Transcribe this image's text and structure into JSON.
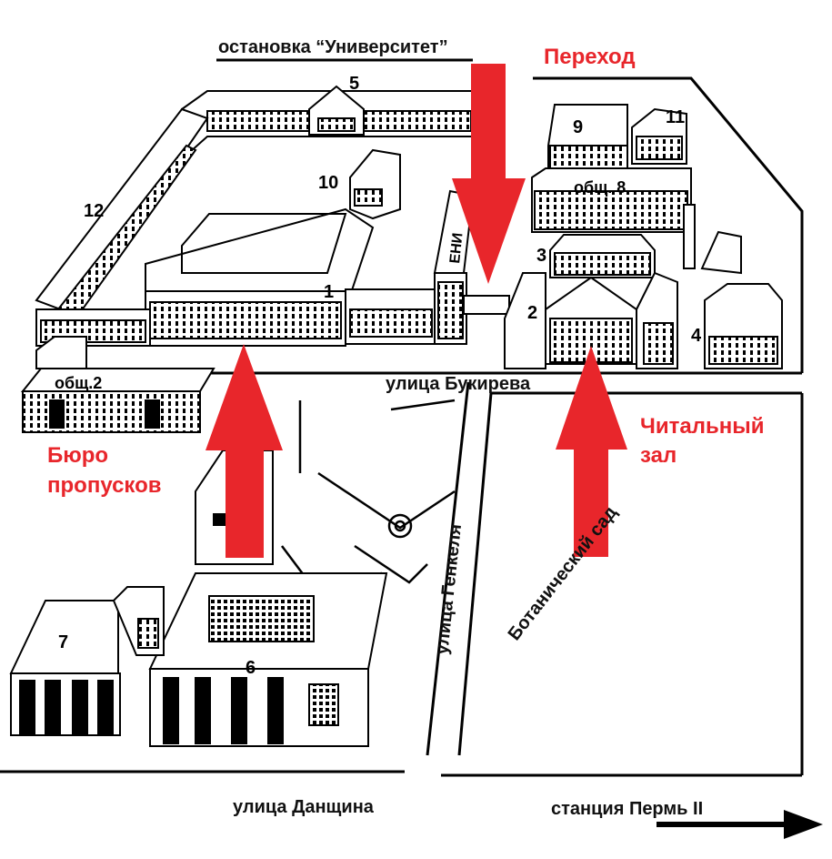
{
  "colors": {
    "arrow": "#e8262b",
    "ink": "#000000",
    "paper": "#ffffff",
    "red_text": "#e8262b"
  },
  "labels": {
    "stop_university": "остановка “Университет”",
    "crossing": "Переход",
    "reading_room_line1": "Читальный",
    "reading_room_line2": "зал",
    "pass_office_line1": "Бюро",
    "pass_office_line2": "пропусков",
    "bukireva_street": "улица Букирева",
    "genkelya_street": "улица Генкеля",
    "botanic_garden": "Ботанический сад",
    "danshchina_street": "улица Данщина",
    "perm2_station": "станция Пермь II"
  },
  "buildings": {
    "b1": "1",
    "b2": "2",
    "b3": "3",
    "b4": "4",
    "b5": "5",
    "b6": "6",
    "b7": "7",
    "b8": "общ. 8",
    "b9": "9",
    "b10": "10",
    "b11": "11",
    "b12": "12",
    "dorm2": "общ.2",
    "eni": "ЕНИ"
  },
  "icons": [
    "arrow-up-icon",
    "arrow-down-icon",
    "arrow-right-icon",
    "fountain-icon"
  ]
}
